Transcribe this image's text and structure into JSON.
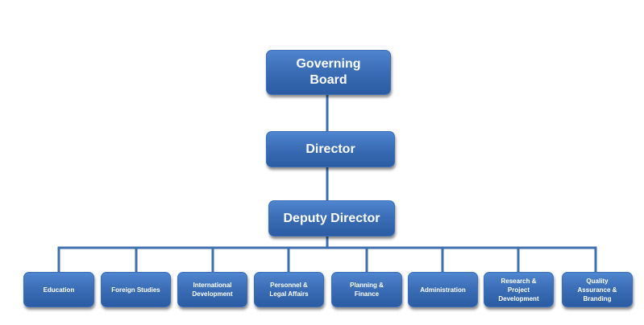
{
  "org_chart": {
    "governing_board": "Governing\nBoard",
    "director": "Director",
    "deputy_director": "Deputy Director",
    "departments": [
      "Education",
      "Foreign  Studies",
      "International\nDevelopment",
      "Personnel  &\nLegal Affairs",
      "Planning  &\nFinance",
      "Administration",
      "Research  &\nProject\nDevelopment",
      "Quality\nAssurance &\nBranding"
    ]
  },
  "colors": {
    "box_fill": "#3b6eb6",
    "box_text": "#ffffff",
    "connector": "#3f6fae"
  }
}
